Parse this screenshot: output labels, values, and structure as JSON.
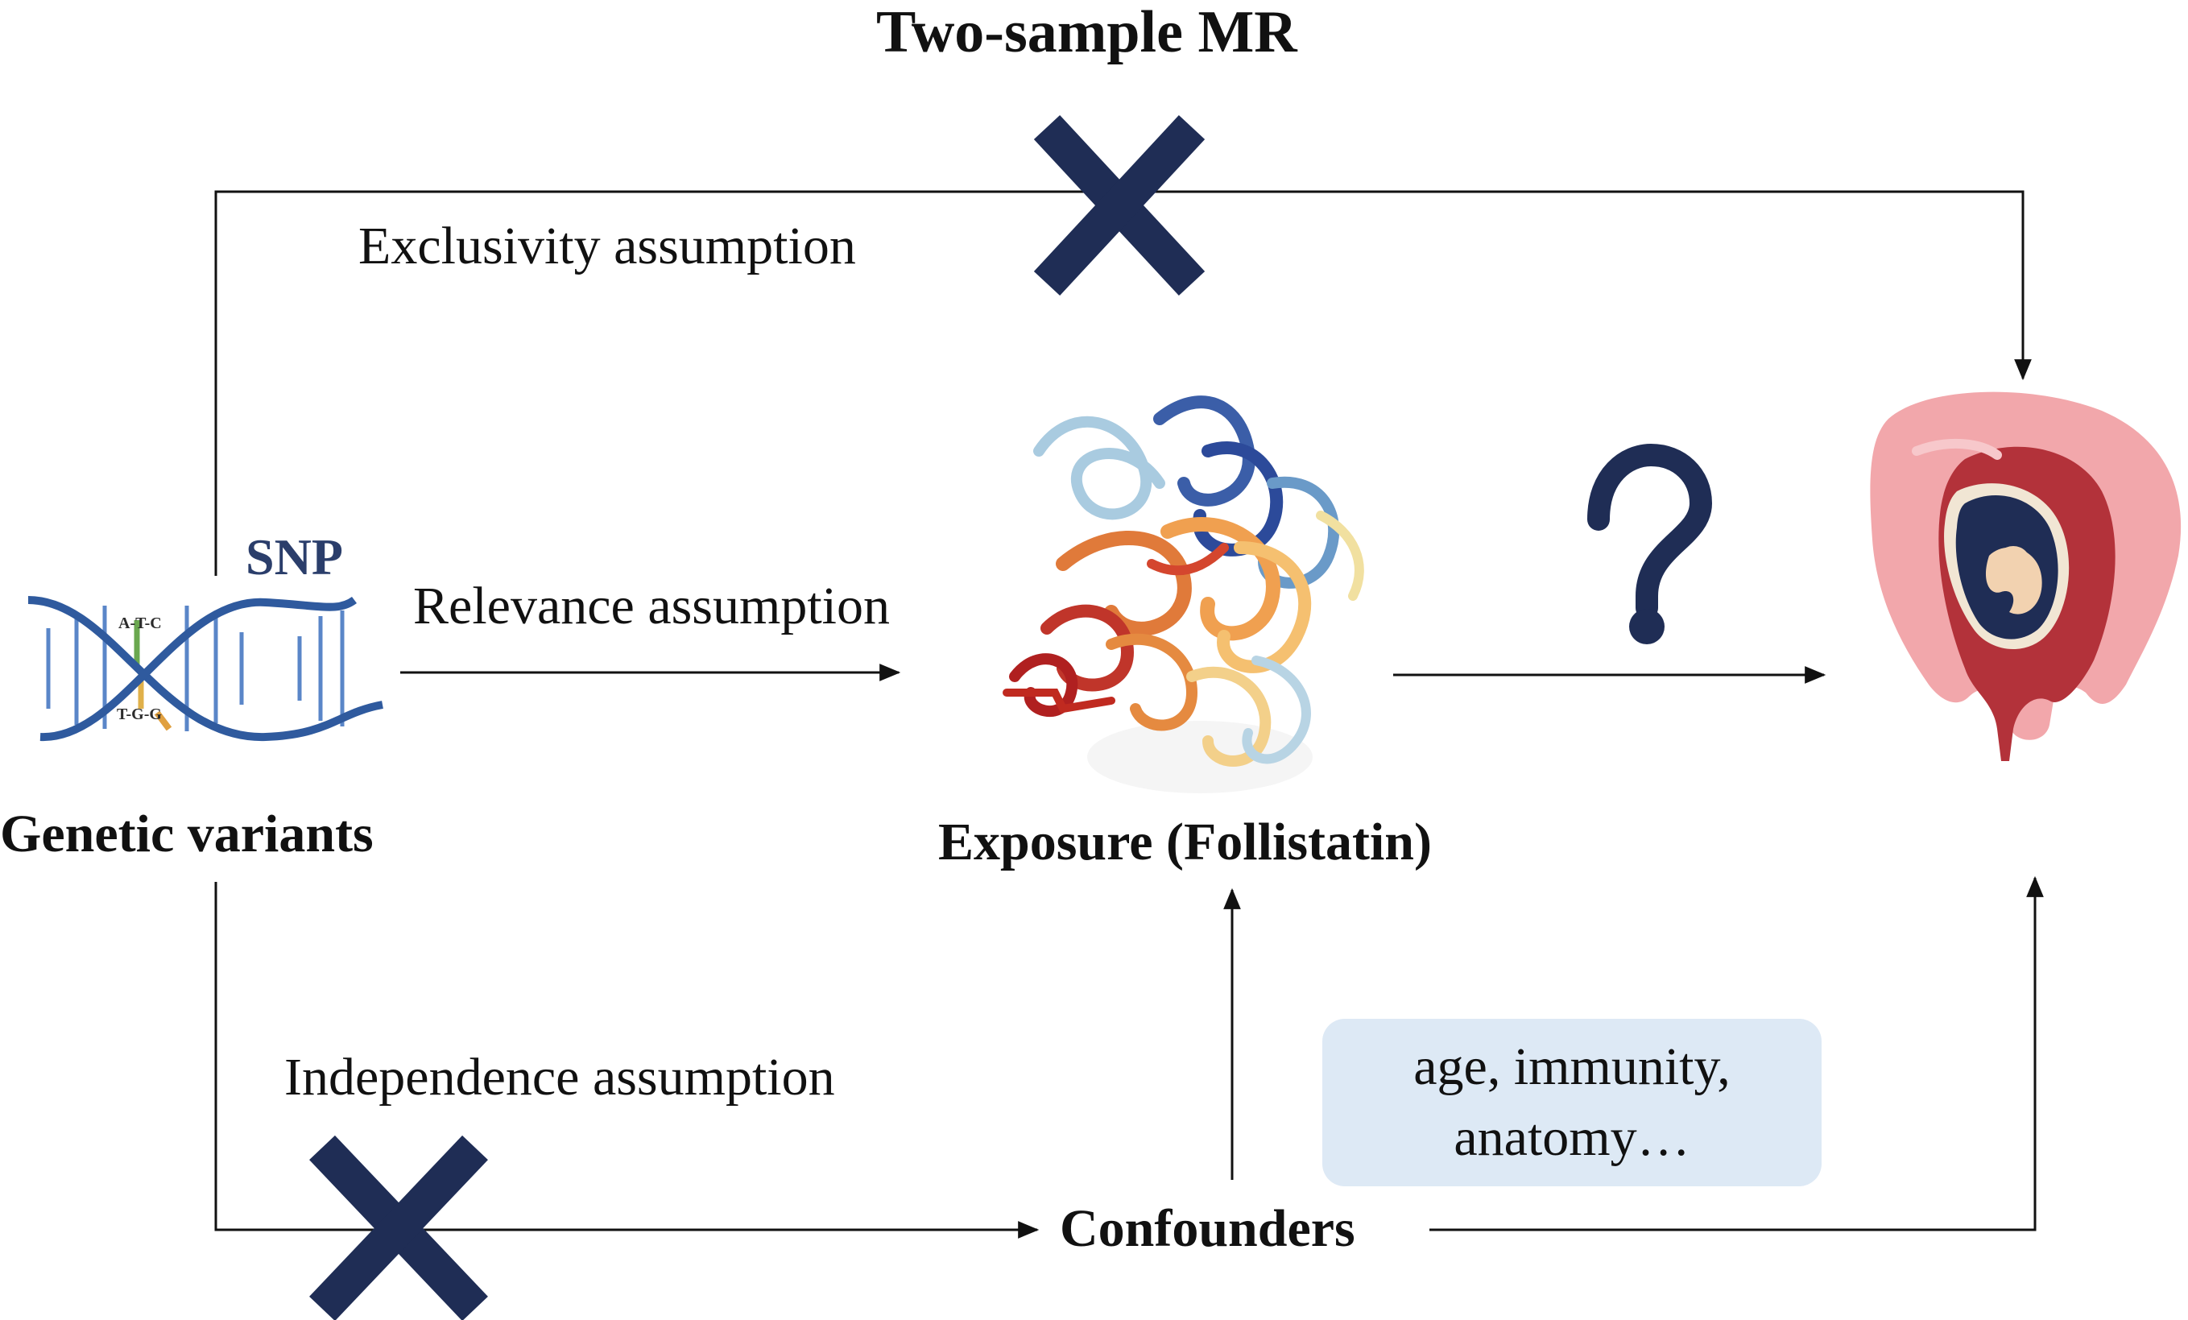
{
  "title": "Two-sample MR",
  "assumptions": {
    "exclusivity": "Exclusivity assumption",
    "relevance": "Relevance assumption",
    "independence": "Independence assumption"
  },
  "nodes": {
    "genetic": "Genetic variants",
    "snp": "SNP",
    "exposure": "Exposure (Follistatin)",
    "confounders": "Confounders"
  },
  "dna_labels": {
    "top": "A-T-C",
    "bottom": "T-G-G"
  },
  "confounder_examples": {
    "line1": "age, immunity,",
    "line2": "anatomy…"
  },
  "question_mark": "?",
  "colors": {
    "navy": "#1f2d55",
    "dna_blue": "#2f5a9e",
    "box_bg": "#dde9f5",
    "uterus_pink": "#f2a7ab",
    "uterus_red": "#b3323a"
  },
  "icons": [
    "dna-icon",
    "protein-structure-icon",
    "uterus-fetus-icon",
    "cross-icon",
    "arrow-icon"
  ]
}
